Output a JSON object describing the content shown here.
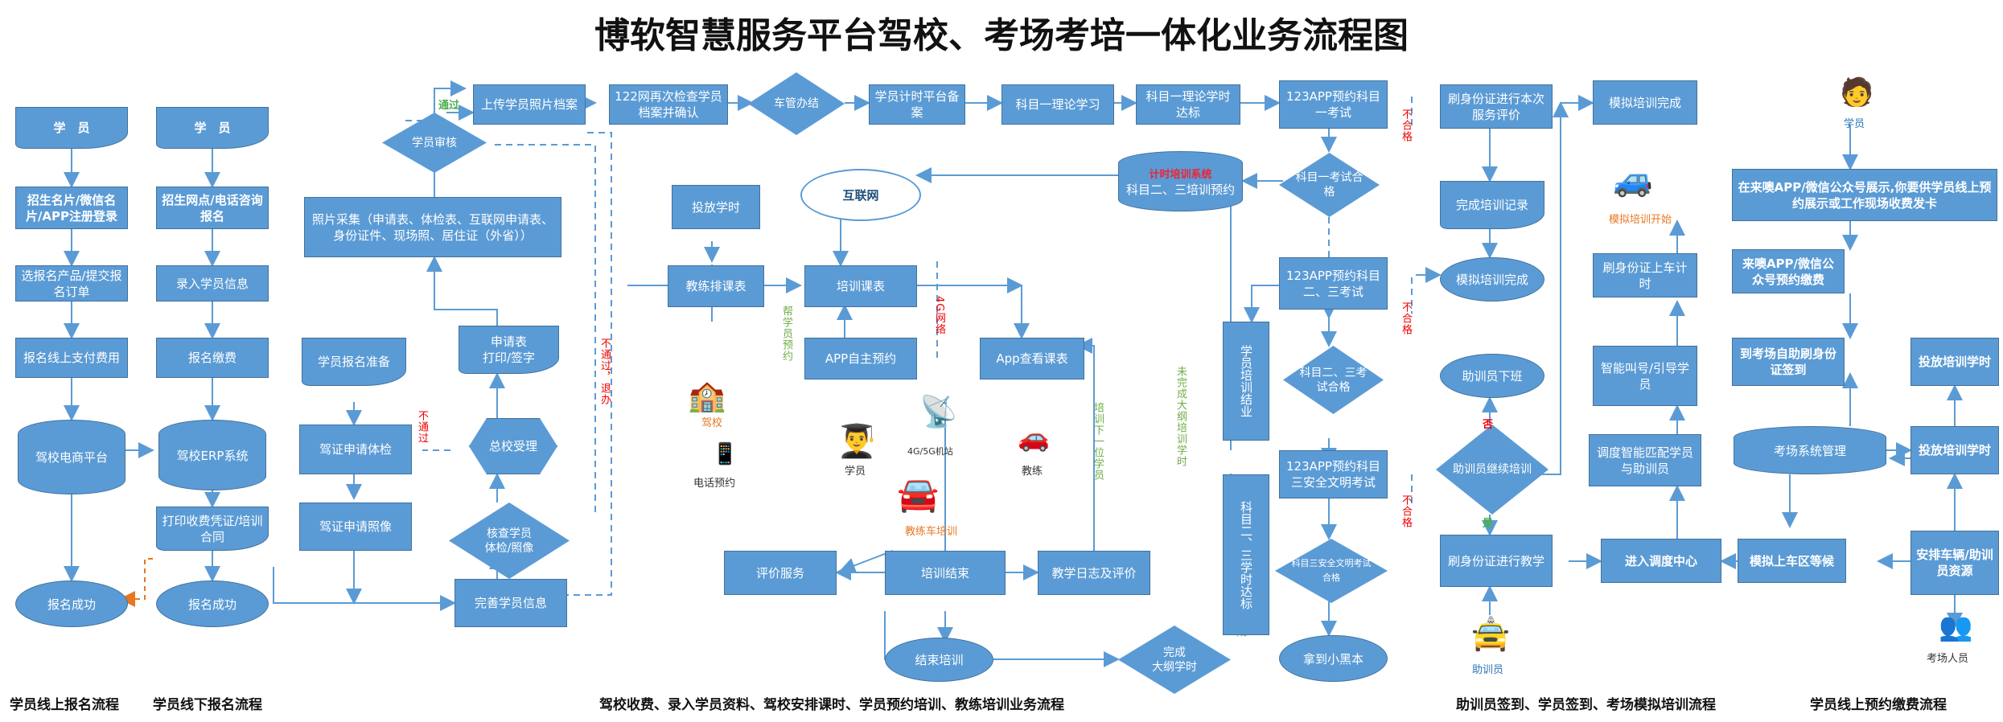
{
  "title": "博软智慧服务平台驾校、考场考培一体化业务流程图",
  "sections": [
    "学员线上报名流程",
    "学员线下报名流程",
    "驾校收费、录入学员资料、驾校安排课时、学员预约培训、教练培训业务流程",
    "助训员签到、学员签到、考场模拟培训流程",
    "学员线上预约缴费流程"
  ],
  "col1": [
    "学　员",
    "招生名片/微信名片/APP注册登录",
    "选报名产品/提交报名订单",
    "报名线上支付费用",
    "驾校电商平台",
    "报名成功"
  ],
  "col2": [
    "学　员",
    "招生网点/电话咨询报名",
    "录入学员信息",
    "报名缴费",
    "驾校ERP系统",
    "打印收费凭证/培训合同",
    "报名成功"
  ],
  "col3": {
    "photo": "照片采集（申请表、体检表、互联网申请表、身份证件、现场照、居住证（外省））",
    "audit": "学员审核",
    "pass": "通过",
    "prep": "学员报名准备",
    "exam": "驾证申请体检",
    "photo2": "驾证申请照像",
    "apply": "申请表\n打印/签字",
    "accept": "总校受理",
    "check": "核查学员\n体检/照像",
    "improve": "完善学员信息",
    "nopass": "不通过",
    "nopass2": "不通过，退办"
  },
  "top": [
    "上传学员照片档案",
    "122网再次检查学员档案并确认",
    "车管办结",
    "学员计时平台备案",
    "科目一理论学习",
    "科目一理论学时达标",
    "123APP预约科目一考试"
  ],
  "mid": {
    "internet": "互联网",
    "release": "投放学时",
    "schedule": "教练排课表",
    "course": "培训课表",
    "selfbook": "APP自主预约",
    "view": "App查看课表",
    "school": "驾校",
    "phone": "电话预约",
    "student": "学员",
    "coach": "教练",
    "tower": "4G/5G机站",
    "net4g": "4G网络",
    "car": "教练车培训",
    "eval": "评价服务",
    "end": "培训结束",
    "log": "教学日志及评价",
    "finish": "结束培训",
    "done": "完成\n大纲学时",
    "help": "帮学员预约",
    "next": "培训下一位学员",
    "uncomplete": "未完成大纲培训学时",
    "complete": "完成"
  },
  "db": {
    "time": "计时培训系统",
    "sub23": "科目二、三培训预约"
  },
  "exam": [
    "科目一考试合格",
    "123APP预约科目二、三考试",
    "科目二、三考试合格",
    "123APP预约科目三安全文明考试",
    "科目三安全文明考试合格",
    "拿到小黑本",
    "学员培训结业",
    "科目二、三学时达标"
  ],
  "fail": "不合格",
  "sim": {
    "eval": "刷身份证进行本次服务评价",
    "record": "完成培训记录",
    "simdone": "模拟培训完成",
    "down": "助训员下班",
    "cont": "助训员继续培训",
    "teach": "刷身份证进行教学",
    "yes": "是",
    "no": "否",
    "helper": "助训员",
    "simfinish": "模拟培训完成",
    "simstart": "模拟培训开始",
    "board": "刷身份证上车计时",
    "call": "智能叫号/引导学员",
    "dispatch": "调度智能匹配学员与助训员",
    "center": "进入调度中心",
    "wait": "模拟上车区等候"
  },
  "right": {
    "student": "学员",
    "show": "在来噢APP/微信公众号展示,你要供学员线上预约展示或工作现场收费发卡",
    "pay": "来噢APP/微信公众号预约缴费",
    "sign": "到考场自助刷身份证签到",
    "sys": "考场系统管理",
    "rel1": "投放培训学时",
    "rel2": "投放培训学时",
    "arrange": "安排车辆/助训员资源",
    "staff": "考场人员"
  }
}
